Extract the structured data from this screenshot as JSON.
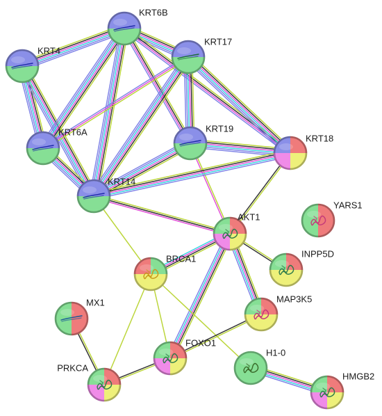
{
  "colors": {
    "blue": "#8a8fe8",
    "green": "#86df95",
    "red": "#ef7b7b",
    "yellow": "#eef07a",
    "magenta": "#f08be8",
    "edge_cyan": "#2fd3e0",
    "edge_magenta": "#e04ad6",
    "edge_olive": "#b8d432",
    "edge_dark": "#2b2b2b",
    "edge_blue": "#7b80e6"
  },
  "nodes": [
    {
      "id": "KRT6B",
      "label": "KRT6B",
      "quads": [
        "blue",
        "green",
        "green",
        "blue"
      ],
      "glyph": "fiber",
      "glyph_color": "#1e2aa8"
    },
    {
      "id": "KRT4",
      "label": "KRT4",
      "quads": [
        "blue",
        "green",
        "green",
        "blue"
      ],
      "glyph": "fiber",
      "glyph_color": "#1e2aa8"
    },
    {
      "id": "KRT17",
      "label": "KRT17",
      "quads": [
        "blue",
        "green",
        "green",
        "blue"
      ],
      "glyph": "fiber",
      "glyph_color": "#1a6b3a"
    },
    {
      "id": "KRT6A",
      "label": "KRT6A",
      "quads": [
        "blue",
        "green",
        "green",
        "blue"
      ],
      "glyph": "fiber",
      "glyph_color": "#1e2aa8"
    },
    {
      "id": "KRT19",
      "label": "KRT19",
      "quads": [
        "blue",
        "green",
        "green",
        "blue"
      ],
      "glyph": "fiber",
      "glyph_color": "#1e2aa8"
    },
    {
      "id": "KRT18",
      "label": "KRT18",
      "quads": [
        "red",
        "yellow",
        "magenta",
        "blue"
      ],
      "glyph": "none",
      "glyph_color": "#333333"
    },
    {
      "id": "KRT14",
      "label": "KRT14",
      "quads": [
        "blue",
        "green",
        "green",
        "blue"
      ],
      "glyph": "fiber",
      "glyph_color": "#1e2aa8"
    },
    {
      "id": "AKT1",
      "label": "AKT1",
      "quads": [
        "red",
        "yellow",
        "magenta",
        "green"
      ],
      "glyph": "protein",
      "glyph_color": "#2d7a4a"
    },
    {
      "id": "YARS1",
      "label": "YARS1",
      "quads": [
        "red",
        "red",
        "green",
        "green"
      ],
      "glyph": "protein",
      "glyph_color": "#c43a7a"
    },
    {
      "id": "INPP5D",
      "label": "INPP5D",
      "quads": [
        "red",
        "yellow",
        "yellow",
        "green"
      ],
      "glyph": "protein",
      "glyph_color": "#2d7a4a"
    },
    {
      "id": "BRCA1",
      "label": "BRCA1",
      "quads": [
        "green",
        "yellow",
        "yellow",
        "red"
      ],
      "glyph": "protein",
      "glyph_color": "#c99a1a"
    },
    {
      "id": "MAP3K5",
      "label": "MAP3K5",
      "quads": [
        "red",
        "yellow",
        "yellow",
        "green"
      ],
      "glyph": "protein",
      "glyph_color": "#c4327a"
    },
    {
      "id": "MX1",
      "label": "MX1",
      "quads": [
        "red",
        "red",
        "green",
        "green"
      ],
      "glyph": "fiber",
      "glyph_color": "#1a5a9a"
    },
    {
      "id": "FOXO1",
      "label": "FOXO1",
      "quads": [
        "red",
        "yellow",
        "magenta",
        "green"
      ],
      "glyph": "protein",
      "glyph_color": "#2d7a4a"
    },
    {
      "id": "H1-0",
      "label": "H1-0",
      "quads": [
        "green",
        "green",
        "green",
        "green"
      ],
      "glyph": "protein",
      "glyph_color": "#3a6a2a"
    },
    {
      "id": "PRKCA",
      "label": "PRKCA",
      "quads": [
        "red",
        "yellow",
        "magenta",
        "green"
      ],
      "glyph": "protein",
      "glyph_color": "#2d7a4a"
    },
    {
      "id": "HMGB2",
      "label": "HMGB2",
      "quads": [
        "red",
        "yellow",
        "magenta",
        "green"
      ],
      "glyph": "protein",
      "glyph_color": "#2d7a4a"
    }
  ],
  "edges": [
    {
      "a": "KRT4",
      "b": "KRT6B",
      "types": [
        "edge_olive",
        "edge_dark",
        "edge_magenta",
        "edge_cyan",
        "edge_blue",
        "edge_blue"
      ]
    },
    {
      "a": "KRT4",
      "b": "KRT6A",
      "types": [
        "edge_olive",
        "edge_dark",
        "edge_magenta",
        "edge_cyan",
        "edge_blue",
        "edge_blue"
      ]
    },
    {
      "a": "KRT4",
      "b": "KRT14",
      "types": [
        "edge_olive",
        "edge_dark",
        "edge_magenta",
        "edge_cyan",
        "edge_blue",
        "edge_blue"
      ]
    },
    {
      "a": "KRT6B",
      "b": "KRT17",
      "types": [
        "edge_olive",
        "edge_dark",
        "edge_magenta",
        "edge_cyan",
        "edge_blue",
        "edge_blue"
      ]
    },
    {
      "a": "KRT6B",
      "b": "KRT6A",
      "types": [
        "edge_olive",
        "edge_dark",
        "edge_magenta",
        "edge_cyan",
        "edge_blue",
        "edge_blue"
      ]
    },
    {
      "a": "KRT6B",
      "b": "KRT19",
      "types": [
        "edge_olive",
        "edge_dark",
        "edge_magenta",
        "edge_blue"
      ]
    },
    {
      "a": "KRT6B",
      "b": "KRT14",
      "types": [
        "edge_olive",
        "edge_dark",
        "edge_magenta",
        "edge_cyan",
        "edge_blue",
        "edge_blue"
      ]
    },
    {
      "a": "KRT6B",
      "b": "KRT18",
      "types": [
        "edge_olive",
        "edge_dark",
        "edge_magenta",
        "edge_blue"
      ]
    },
    {
      "a": "KRT17",
      "b": "KRT6A",
      "types": [
        "edge_olive",
        "edge_magenta",
        "edge_blue"
      ]
    },
    {
      "a": "KRT17",
      "b": "KRT19",
      "types": [
        "edge_olive",
        "edge_dark",
        "edge_magenta",
        "edge_cyan",
        "edge_blue",
        "edge_blue"
      ]
    },
    {
      "a": "KRT17",
      "b": "KRT14",
      "types": [
        "edge_olive",
        "edge_dark",
        "edge_magenta",
        "edge_cyan",
        "edge_blue",
        "edge_blue"
      ]
    },
    {
      "a": "KRT17",
      "b": "KRT18",
      "types": [
        "edge_olive",
        "edge_dark",
        "edge_magenta",
        "edge_cyan",
        "edge_blue",
        "edge_blue"
      ]
    },
    {
      "a": "KRT6A",
      "b": "KRT14",
      "types": [
        "edge_olive",
        "edge_dark",
        "edge_magenta",
        "edge_cyan",
        "edge_blue",
        "edge_blue"
      ]
    },
    {
      "a": "KRT19",
      "b": "KRT14",
      "types": [
        "edge_olive",
        "edge_dark",
        "edge_magenta",
        "edge_cyan",
        "edge_blue",
        "edge_blue"
      ]
    },
    {
      "a": "KRT19",
      "b": "KRT18",
      "types": [
        "edge_olive",
        "edge_dark",
        "edge_magenta",
        "edge_cyan",
        "edge_blue",
        "edge_blue"
      ]
    },
    {
      "a": "KRT19",
      "b": "AKT1",
      "types": [
        "edge_olive",
        "edge_magenta"
      ]
    },
    {
      "a": "KRT14",
      "b": "KRT18",
      "types": [
        "edge_olive",
        "edge_dark",
        "edge_magenta",
        "edge_cyan",
        "edge_blue"
      ]
    },
    {
      "a": "KRT14",
      "b": "AKT1",
      "types": [
        "edge_olive",
        "edge_dark",
        "edge_magenta"
      ]
    },
    {
      "a": "KRT14",
      "b": "BRCA1",
      "types": [
        "edge_olive"
      ]
    },
    {
      "a": "KRT18",
      "b": "AKT1",
      "types": [
        "edge_olive",
        "edge_dark"
      ]
    },
    {
      "a": "AKT1",
      "b": "INPP5D",
      "types": [
        "edge_olive",
        "edge_dark"
      ]
    },
    {
      "a": "AKT1",
      "b": "BRCA1",
      "types": [
        "edge_olive",
        "edge_dark",
        "edge_magenta",
        "edge_cyan"
      ]
    },
    {
      "a": "AKT1",
      "b": "MAP3K5",
      "types": [
        "edge_olive",
        "edge_dark",
        "edge_magenta",
        "edge_cyan",
        "edge_blue"
      ]
    },
    {
      "a": "AKT1",
      "b": "FOXO1",
      "types": [
        "edge_olive",
        "edge_dark",
        "edge_magenta",
        "edge_cyan",
        "edge_blue"
      ]
    },
    {
      "a": "BRCA1",
      "b": "FOXO1",
      "types": [
        "edge_olive"
      ]
    },
    {
      "a": "BRCA1",
      "b": "H1-0",
      "types": [
        "edge_olive"
      ]
    },
    {
      "a": "BRCA1",
      "b": "PRKCA",
      "types": [
        "edge_olive"
      ]
    },
    {
      "a": "MAP3K5",
      "b": "FOXO1",
      "types": [
        "edge_olive",
        "edge_dark"
      ]
    },
    {
      "a": "MX1",
      "b": "PRKCA",
      "types": [
        "edge_olive",
        "edge_dark"
      ]
    },
    {
      "a": "FOXO1",
      "b": "PRKCA",
      "types": [
        "edge_olive",
        "edge_dark"
      ]
    },
    {
      "a": "H1-0",
      "b": "HMGB2",
      "types": [
        "edge_olive",
        "edge_dark",
        "edge_magenta",
        "edge_cyan",
        "edge_blue"
      ]
    }
  ]
}
